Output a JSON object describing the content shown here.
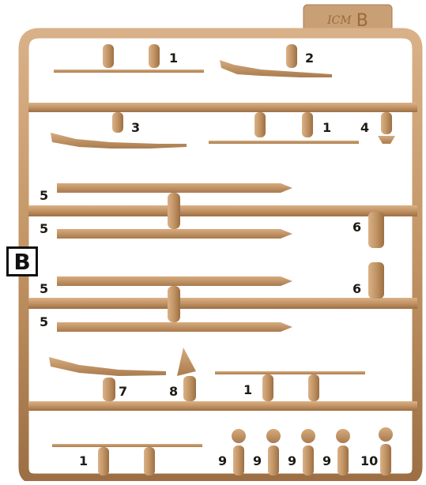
{
  "sprue": {
    "letter": "B",
    "brand": "ICM",
    "tab_letter": "B",
    "colors": {
      "plastic": "#c29464",
      "plastic_dark": "#a87a4d",
      "plastic_light": "#d8b085",
      "label": "#1e1a14"
    }
  },
  "part_labels": [
    "1",
    "2",
    "3",
    "1",
    "4",
    "5",
    "5",
    "6",
    "5",
    "6",
    "5",
    "7",
    "8",
    "1",
    "1",
    "9",
    "9",
    "9",
    "9",
    "10"
  ]
}
